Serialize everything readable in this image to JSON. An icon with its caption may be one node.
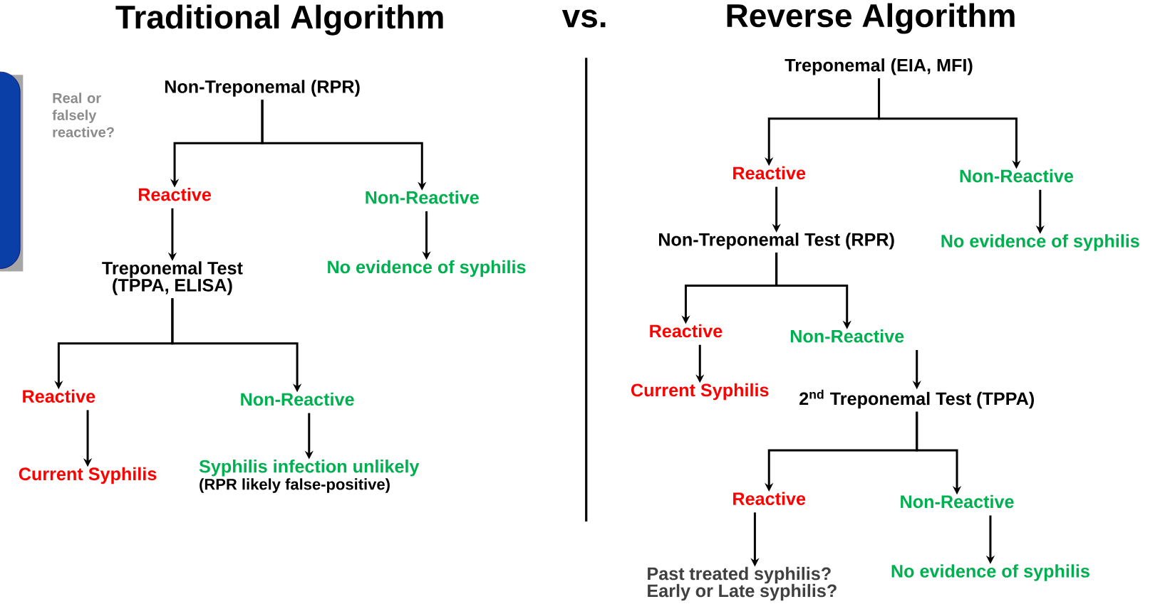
{
  "diagram": {
    "nodes": [
      {
        "text": [
          "Non-Treponemal (RPR)"
        ]
      },
      {
        "text": [
          "Reactive"
        ]
      },
      {
        "text": [
          "Non-Reactive"
        ]
      },
      {
        "text": [
          "Treponemal Test (TPPA, ELISA)"
        ]
      },
      {
        "text": [
          "No evidence of syphilis"
        ]
      },
      {
        "text": [
          "Reactive"
        ]
      },
      {
        "text": [
          "Non-Reactive"
        ]
      },
      {
        "text": [
          "Current Syphilis"
        ]
      },
      {
        "text": [
          "Syphilis infection unlikely",
          "(RPR likely false-positive)"
        ]
      },
      {
        "text": [
          "Treponemal (EIA, MFI)"
        ]
      },
      {
        "text": [
          "Reactive"
        ]
      },
      {
        "text": [
          "Non-Reactive"
        ]
      },
      {
        "text": [
          "Non-Treponemal Test (RPR)"
        ]
      },
      {
        "text": [
          "No evidence of syphilis"
        ]
      },
      {
        "text": [
          "Reactive"
        ]
      },
      {
        "text": [
          "Non-Reactive"
        ]
      },
      {
        "text": [
          "Current Syphilis"
        ]
      },
      {
        "text": [
          "2$^{nd}$ Treponemal Test (TPPA)"
        ]
      },
      {
        "text": [
          "Reactive"
        ]
      },
      {
        "text": [
          "Non-Reactive"
        ]
      },
      {
        "text": [
          "Past treated syphilis? Early or Late syphilis?"
        ]
      },
      {
        "text": [
          "No evidence of syphilis"
        ]
      }
    ],
    "edges": [
      {
        "from": 0,
        "to": 1,
        "arrow": "to"
      },
      {
        "from": 0,
        "to": 2,
        "arrow": "to"
      },
      {
        "from": 1,
        "to": 3,
        "arrow": "to"
      },
      {
        "from": 2,
        "to": 4,
        "arrow": "to"
      },
      {
        "from": 3,
        "to": 5,
        "arrow": "to"
      },
      {
        "from": 3,
        "to": 6,
        "arrow": "to"
      },
      {
        "from": 5,
        "to": 7,
        "arrow": "to"
      },
      {
        "from": 6,
        "to": 8,
        "arrow": "to"
      },
      {
        "from": 9,
        "to": 10,
        "arrow": "to"
      },
      {
        "from": 9,
        "to": 11,
        "arrow": "to"
      },
      {
        "from": 10,
        "to": 12,
        "arrow": "to"
      },
      {
        "from": 11,
        "to": 13,
        "arrow": "to"
      },
      {
        "from": 12,
        "to": 14,
        "arrow": "to"
      },
      {
        "from": 12,
        "to": 15,
        "arrow": "to"
      },
      {
        "from": 14,
        "to": 16,
        "arrow": "to"
      },
      {
        "from": 15,
        "to": 17,
        "arrow": "to"
      },
      {
        "from": 17,
        "to": 18,
        "arrow": "to"
      },
      {
        "from": 17,
        "to": 19,
        "arrow": "to"
      },
      {
        "from": 18,
        "to": 20,
        "arrow": "to"
      },
      {
        "from": 19,
        "to": 21,
        "arrow": "to"
      }
    ],
    "labels": [
      "Traditional Algorithm",
      "vs.",
      "Reverse Algorithm",
      "Real or falsely reactive?"
    ]
  }
}
